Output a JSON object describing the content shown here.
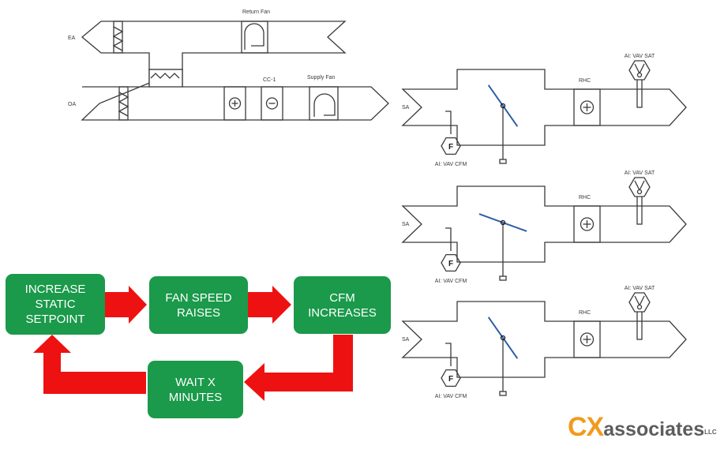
{
  "ahu": {
    "ea_label": "EA",
    "oa_label": "OA",
    "return_fan_label": "Return Fan",
    "supply_fan_label": "Supply Fan",
    "cooling_coil_label": "CC-1"
  },
  "vav_boxes": [
    {
      "sa_label": "SA",
      "rhc_label": "RHC",
      "sat_label": "AI: VAV SAT",
      "cfm_label": "AI: VAV CFM",
      "flow_glyph": "F",
      "damper": "mid-open"
    },
    {
      "sa_label": "SA",
      "rhc_label": "RHC",
      "sat_label": "AI: VAV SAT",
      "cfm_label": "AI: VAV CFM",
      "flow_glyph": "F",
      "damper": "nearly-open"
    },
    {
      "sa_label": "SA",
      "rhc_label": "RHC",
      "sat_label": "AI: VAV SAT",
      "cfm_label": "AI: VAV CFM",
      "flow_glyph": "F",
      "damper": "mid-open"
    }
  ],
  "flow": {
    "step1_lines": [
      "INCREASE",
      "STATIC",
      "SETPOINT"
    ],
    "step2_lines": [
      "FAN SPEED",
      "RAISES"
    ],
    "step3_lines": [
      "CFM",
      "INCREASES"
    ],
    "step4_lines": [
      "WAIT X",
      "MINUTES"
    ]
  },
  "logo": {
    "cx": "CX",
    "rest": "associates",
    "mark": "LLC"
  },
  "colors": {
    "box_fill": "#1a9a4a",
    "arrow": "#ee1111",
    "damper": "#2d5fa8",
    "logo_orange": "#f29a1e",
    "logo_gray": "#5d5d5d"
  }
}
